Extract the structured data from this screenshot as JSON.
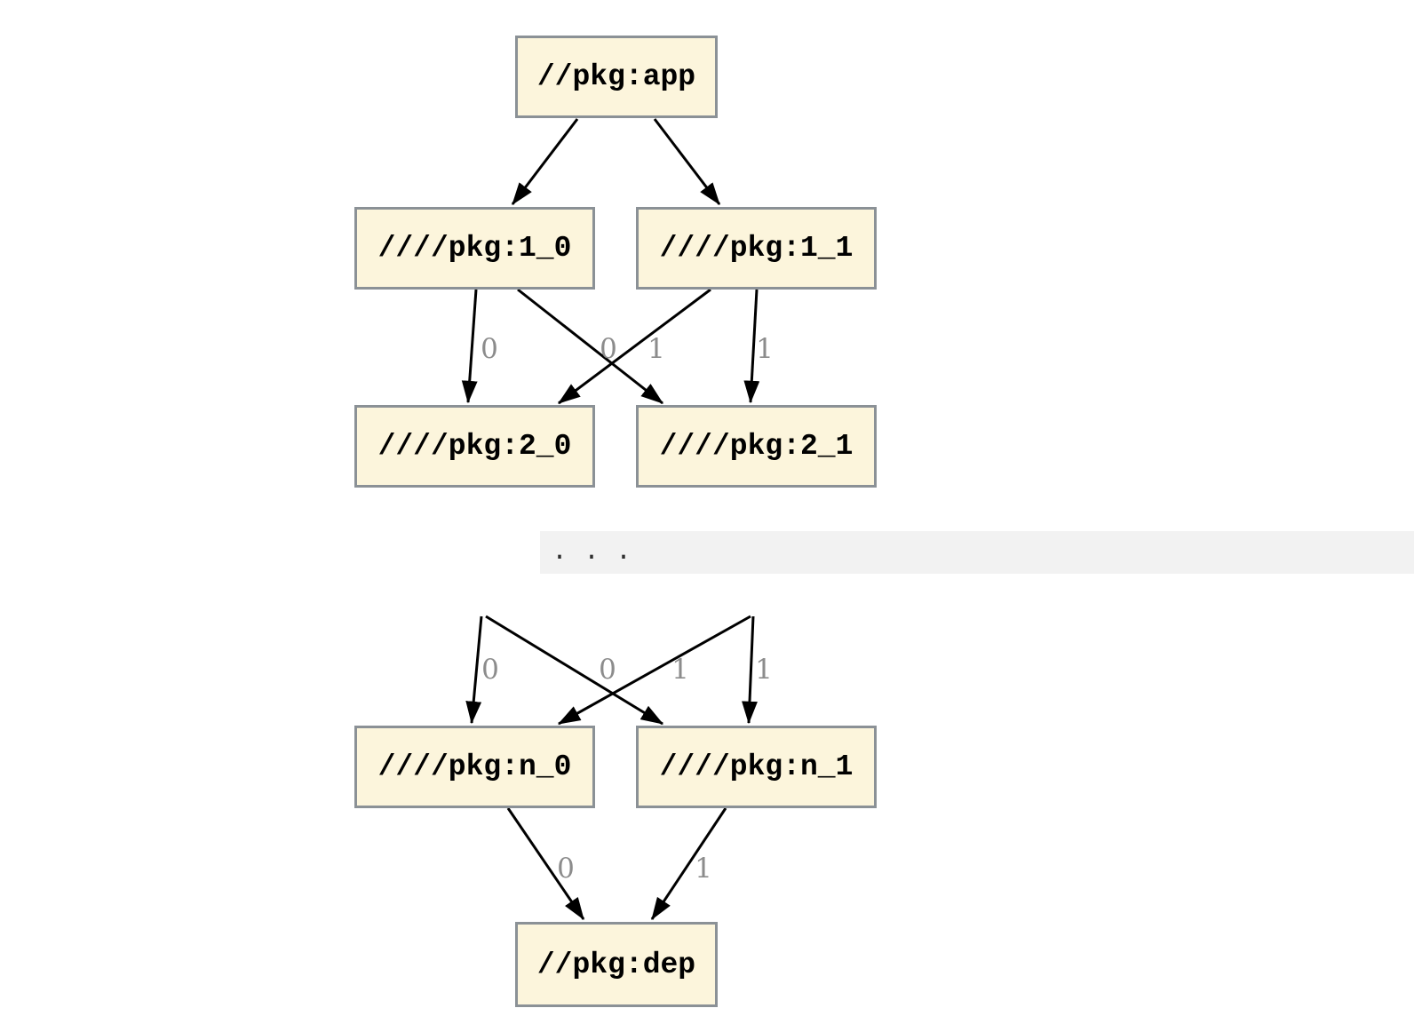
{
  "diagram": {
    "type": "dependency-graph",
    "nodes": {
      "app": {
        "label": "//pkg:app"
      },
      "l1_0": {
        "label": "////pkg:1_0"
      },
      "l1_1": {
        "label": "////pkg:1_1"
      },
      "l2_0": {
        "label": "////pkg:2_0"
      },
      "l2_1": {
        "label": "////pkg:2_1"
      },
      "ln_0": {
        "label": "////pkg:n_0"
      },
      "ln_1": {
        "label": "////pkg:n_1"
      },
      "dep": {
        "label": "//pkg:dep"
      }
    },
    "edges": [
      {
        "from": "//pkg:app",
        "to": "////pkg:1_0"
      },
      {
        "from": "//pkg:app",
        "to": "////pkg:1_1"
      },
      {
        "from": "////pkg:1_0",
        "to": "////pkg:2_0",
        "label": "0"
      },
      {
        "from": "////pkg:1_0",
        "to": "////pkg:2_1",
        "label": "1"
      },
      {
        "from": "////pkg:1_1",
        "to": "////pkg:2_0",
        "label": "0"
      },
      {
        "from": "////pkg:1_1",
        "to": "////pkg:2_1",
        "label": "1"
      },
      {
        "from": "////pkg:n_0",
        "to": "//pkg:dep",
        "label": "0"
      },
      {
        "from": "////pkg:n_1",
        "to": "//pkg:dep",
        "label": "1"
      }
    ],
    "edge_labels": {
      "level1_to_level2": [
        "0",
        "0",
        "1",
        "1"
      ],
      "to_level_n": [
        "0",
        "0",
        "1",
        "1"
      ],
      "to_dep": [
        "0",
        "1"
      ]
    },
    "ellipsis_text": ". . .",
    "colors": {
      "node_fill": "#fcf5dc",
      "node_border": "#8b9196",
      "edge": "#000000",
      "edge_label_color": "#8c8c8c",
      "ellipsis_bg": "#f2f2f2",
      "ellipsis_fg": "#2e2e2e",
      "background": "#ffffff"
    }
  }
}
